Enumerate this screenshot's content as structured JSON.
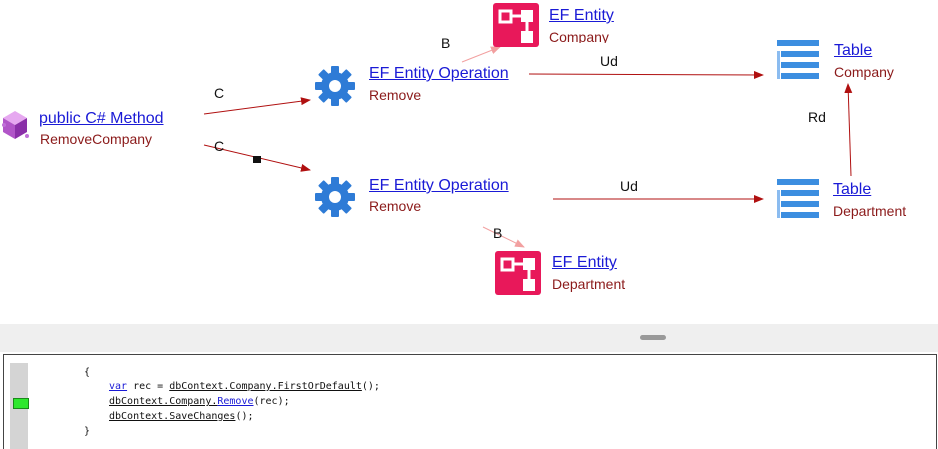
{
  "graph": {
    "nodes": {
      "method": {
        "title": " public C# Method",
        "subtitle": "RemoveCompany",
        "icon": "csharp-method-cube-icon"
      },
      "op1": {
        "title": "EF Entity Operation",
        "subtitle": "Remove",
        "icon": "gear-icon"
      },
      "op2": {
        "title": "EF Entity Operation",
        "subtitle": "Remove",
        "icon": "gear-icon"
      },
      "entity1": {
        "title": "EF Entity",
        "subtitle": "Company",
        "icon": "entity-diagram-icon"
      },
      "entity2": {
        "title": "EF Entity",
        "subtitle": "Department",
        "icon": "entity-diagram-icon"
      },
      "table1": {
        "title": "Table",
        "subtitle": "Company",
        "icon": "table-icon"
      },
      "table2": {
        "title": "Table",
        "subtitle": "Department",
        "icon": "table-icon"
      }
    },
    "edges": {
      "c1": "C",
      "c2": "C",
      "b1": "B",
      "b2": "B",
      "ud1": "Ud",
      "ud2": "Ud",
      "rd": "Rd"
    },
    "colors": {
      "edge": "#b01010",
      "edge_light": "#f2a0a0",
      "title": "#1a1ad6",
      "subtitle": "#8b1a1a",
      "gear": "#2e7bd6",
      "entity": "#e8185a",
      "table": "#3c8ee0"
    }
  },
  "code": {
    "line1": "{",
    "line2": {
      "kw": "var",
      "a": " rec = ",
      "b": "dbContext.Company.FirstOrDefault",
      "c": "();"
    },
    "line3": {
      "a": "dbContext.Company.",
      "m": "Remove",
      "b": "(rec);"
    },
    "line4": {
      "a": "dbContext.SaveChanges",
      "b": "();"
    },
    "line5": "}"
  }
}
